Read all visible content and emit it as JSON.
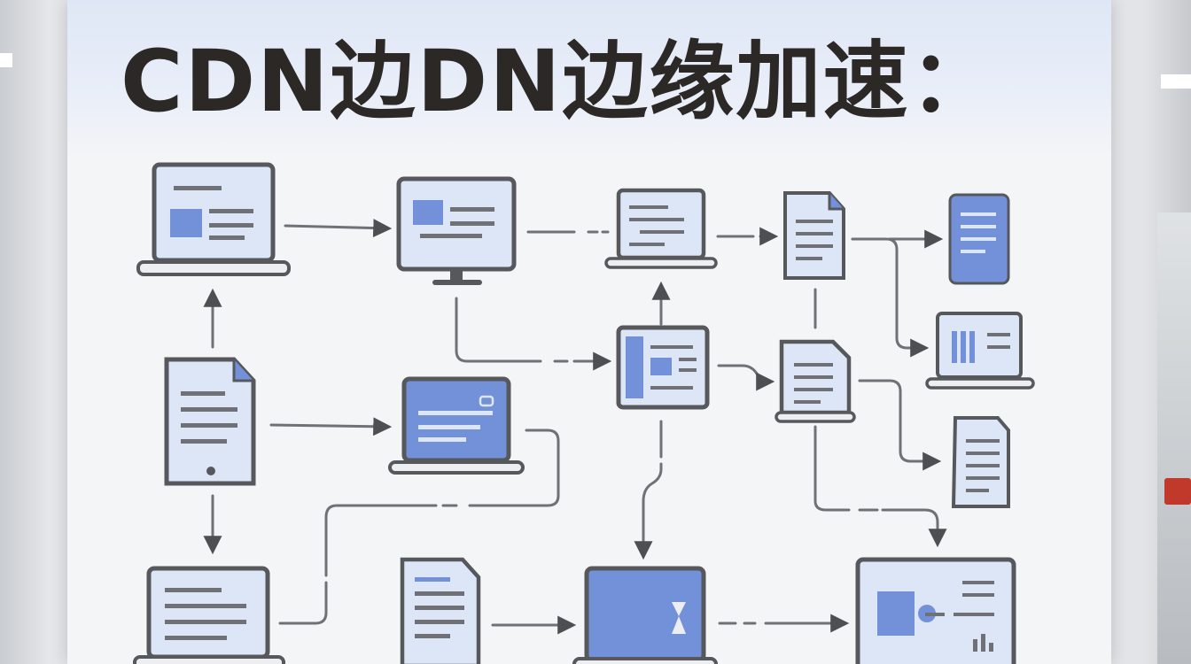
{
  "title": "CDN边DN边缘加速：",
  "colors": {
    "outline": "#56585c",
    "screen_fill": "#dde6f6",
    "accent_blue": "#7391d9",
    "line_stroke": "#6f7176",
    "arrow": "#4d4f53",
    "board": "#f4f5f7",
    "title_text": "#2b2826"
  },
  "nodes": [
    {
      "name": "laptop-top-left",
      "icon": "laptop-icon"
    },
    {
      "name": "monitor-top",
      "icon": "monitor-icon"
    },
    {
      "name": "laptop-top-middle",
      "icon": "laptop-icon"
    },
    {
      "name": "document-top",
      "icon": "document-icon"
    },
    {
      "name": "tablet-top-right",
      "icon": "tablet-icon"
    },
    {
      "name": "laptop-right",
      "icon": "laptop-icon"
    },
    {
      "name": "phone-left",
      "icon": "phone-icon"
    },
    {
      "name": "laptop-center-left",
      "icon": "laptop-icon"
    },
    {
      "name": "monitor-center",
      "icon": "monitor-icon"
    },
    {
      "name": "laptop-center-right",
      "icon": "laptop-icon"
    },
    {
      "name": "phone-right",
      "icon": "phone-icon"
    },
    {
      "name": "laptop-bottom-left",
      "icon": "laptop-icon"
    },
    {
      "name": "document-bottom",
      "icon": "document-icon"
    },
    {
      "name": "laptop-bottom-middle",
      "icon": "laptop-icon"
    },
    {
      "name": "monitor-bottom-right",
      "icon": "monitor-icon"
    }
  ]
}
